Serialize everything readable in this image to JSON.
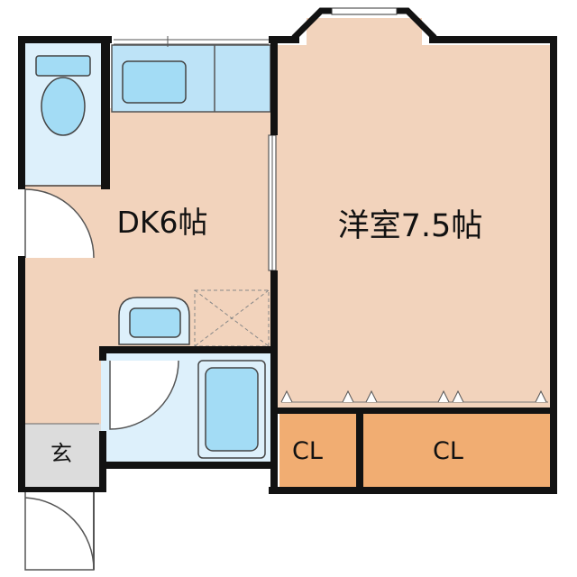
{
  "rooms": {
    "dining_kitchen": {
      "label": "DK6帖"
    },
    "western_room": {
      "label": "洋室7.5帖"
    },
    "closet_left": {
      "label": "CL"
    },
    "closet_right": {
      "label": "CL"
    },
    "entrance": {
      "label": "玄"
    }
  },
  "colors": {
    "floor_wood": "#f2d3bc",
    "wet_area": "#ddf0fb",
    "fixture_fill": "#a3dcf5",
    "kitchen_fill": "#bde3f7",
    "closet": "#f1ad72",
    "entrance_floor": "#dcdcdc",
    "wall": "#121212"
  }
}
